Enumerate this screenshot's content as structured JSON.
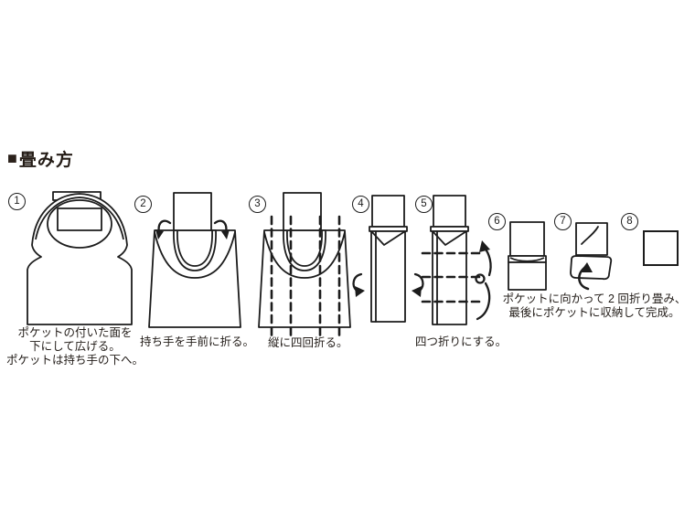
{
  "canvas": {
    "background": "#ffffff",
    "ink_color": "#1c1c1c",
    "title_color": "#241c16"
  },
  "title": {
    "marker": "■",
    "text": "畳み方"
  },
  "steps": [
    {
      "number": "1",
      "illustration": "flat-bag-with-pocket"
    },
    {
      "number": "2",
      "illustration": "bag-handle-folded-forward"
    },
    {
      "number": "3",
      "illustration": "bag-vertical-fold-lines"
    },
    {
      "number": "4",
      "illustration": "folded-strip-side-arrows"
    },
    {
      "number": "5",
      "illustration": "strip-horizontal-fold-lines"
    },
    {
      "number": "6",
      "illustration": "folded-square-with-pocket-band"
    },
    {
      "number": "7",
      "illustration": "tucking-into-pocket"
    },
    {
      "number": "8",
      "illustration": "completed-square"
    }
  ],
  "captions": {
    "step1": "ポケットの付いた面を\n下にして広げる。\nポケットは持ち手の下へ。",
    "step2": "持ち手を手前に折る。",
    "step3": "縦に四回折る。",
    "step4_5": "四つ折りにする。",
    "step6_8": "ポケットに向かって 2 回折り畳み、\n最後にポケットに収納して完成。"
  }
}
